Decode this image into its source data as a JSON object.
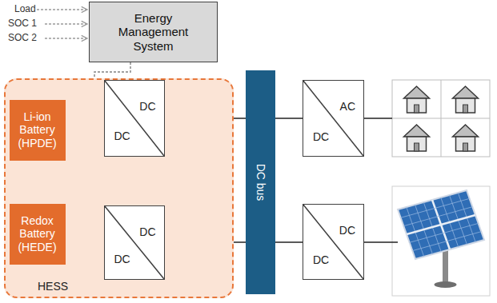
{
  "diagram": {
    "nodes": [
      {
        "text": [
          "Energy Management System"
        ]
      },
      {
        "text": [
          "HESS"
        ]
      },
      {
        "text": [
          "Li-ion Battery (HPDE)"
        ],
        "in": 1
      },
      {
        "text": [
          "DC",
          "DC"
        ],
        "in": 1
      },
      {
        "text": [
          "Redox Battery (HEDE)"
        ],
        "in": 1
      },
      {
        "text": [
          "DC",
          "DC"
        ],
        "in": 1
      },
      {
        "text": [
          "DC bus"
        ]
      },
      {
        "text": [
          "AC",
          "DC"
        ]
      },
      {
        "text": [
          "DC",
          "DC"
        ]
      }
    ],
    "edges": [
      {
        "from": 0,
        "to": 3,
        "arrow": "to"
      },
      {
        "from": 0,
        "to": 5,
        "arrow": "to"
      },
      {
        "from": 2,
        "to": 3,
        "arrow": "none"
      },
      {
        "from": 4,
        "to": 5,
        "arrow": "none"
      },
      {
        "from": 3,
        "to": 6,
        "arrow": "none"
      },
      {
        "from": 5,
        "to": 6,
        "arrow": "none"
      },
      {
        "from": 6,
        "to": 7,
        "arrow": "none"
      },
      {
        "from": 6,
        "to": 8,
        "arrow": "none"
      }
    ],
    "labels": [
      "Load",
      "SOC 1",
      "SOC 2"
    ]
  }
}
